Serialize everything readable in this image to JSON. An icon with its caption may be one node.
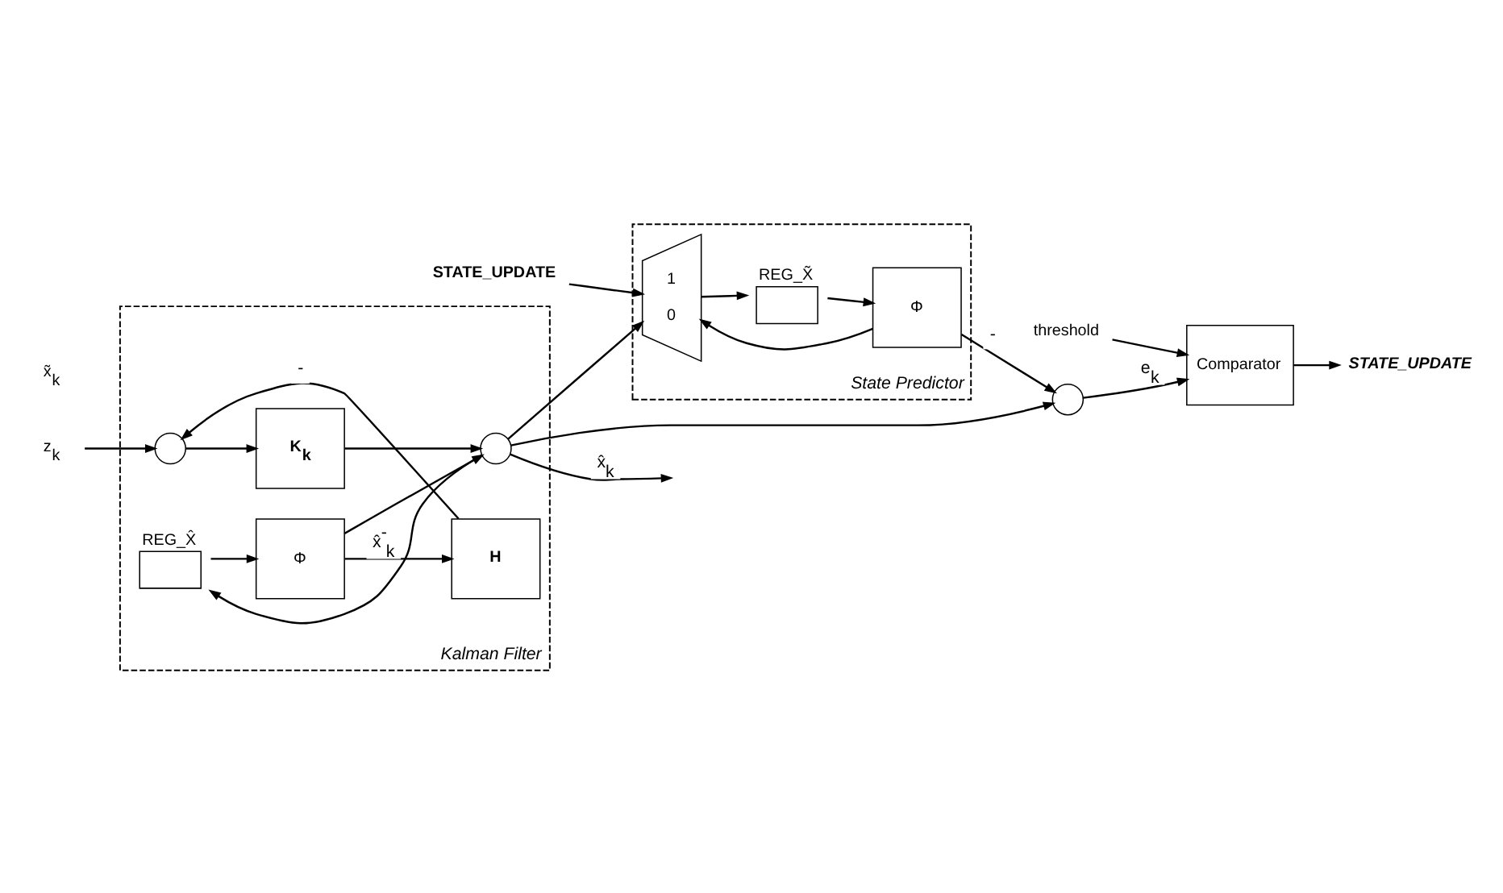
{
  "diagram": {
    "nodes": [
      {
        "text": [
          "Kalman Filter"
        ]
      },
      {
        "text": [
          "z$_{k}$"
        ]
      },
      {
        "text": [],
        "shape": "circle",
        "in": 0
      },
      {
        "text": [
          "H"
        ],
        "in": 0
      },
      {
        "text": [
          "K$_{k}$"
        ],
        "in": 0
      },
      {
        "text": [],
        "shape": "circle",
        "in": 0
      },
      {
        "text": [
          "Φ"
        ],
        "in": 0
      },
      {
        "text": [
          "REG_X̂"
        ],
        "in": 0
      },
      {
        "text": [
          "State Predictor"
        ]
      },
      {
        "text": [
          "Φ"
        ],
        "in": 8
      },
      {
        "text": [
          "REG_X̃"
        ],
        "in": 8
      },
      {
        "text": [
          "1",
          "0"
        ],
        "in": 8
      },
      {
        "text": [
          "STATE_UPDATE"
        ]
      },
      {
        "text": [],
        "shape": "circle"
      },
      {
        "text": [
          "threshold"
        ]
      },
      {
        "text": [
          "Comparator"
        ]
      },
      {
        "text": [
          "STATE_UPDATE"
        ]
      }
    ],
    "edges": [
      {
        "from": 1,
        "to": 2,
        "arrow": "to"
      },
      {
        "from": 3,
        "to": 2,
        "arrow": "to",
        "label": "-"
      },
      {
        "from": 2,
        "to": 4,
        "arrow": "to"
      },
      {
        "from": 4,
        "to": 5,
        "arrow": "to"
      },
      {
        "from": 6,
        "to": 3,
        "arrow": "to",
        "label": "x̂$^{-}$$_{k}$"
      },
      {
        "from": 6,
        "to": 5,
        "arrow": "to"
      },
      {
        "from": 7,
        "to": 6,
        "arrow": "to"
      },
      {
        "from": 5,
        "to": null,
        "arrow": "to",
        "label": "x̂$_{k}$"
      },
      {
        "from": 5,
        "to": 7,
        "arrow": "to"
      },
      {
        "from": 5,
        "to": 13,
        "arrow": "to"
      },
      {
        "from": 5,
        "to": 11,
        "arrow": "to"
      },
      {
        "from": 12,
        "to": 11,
        "arrow": "to"
      },
      {
        "from": 11,
        "to": 10,
        "arrow": "to"
      },
      {
        "from": 10,
        "to": 9,
        "arrow": "to"
      },
      {
        "from": 9,
        "to": 11,
        "arrow": "to"
      },
      {
        "from": 9,
        "to": 13,
        "arrow": "to",
        "label": "-"
      },
      {
        "from": 13,
        "to": 15,
        "arrow": "to",
        "label": "e$_{k}$"
      },
      {
        "from": 14,
        "to": 15,
        "arrow": "to"
      },
      {
        "from": 15,
        "to": 16,
        "arrow": "to"
      }
    ],
    "labels": [
      "x̃$_{k}$"
    ]
  }
}
